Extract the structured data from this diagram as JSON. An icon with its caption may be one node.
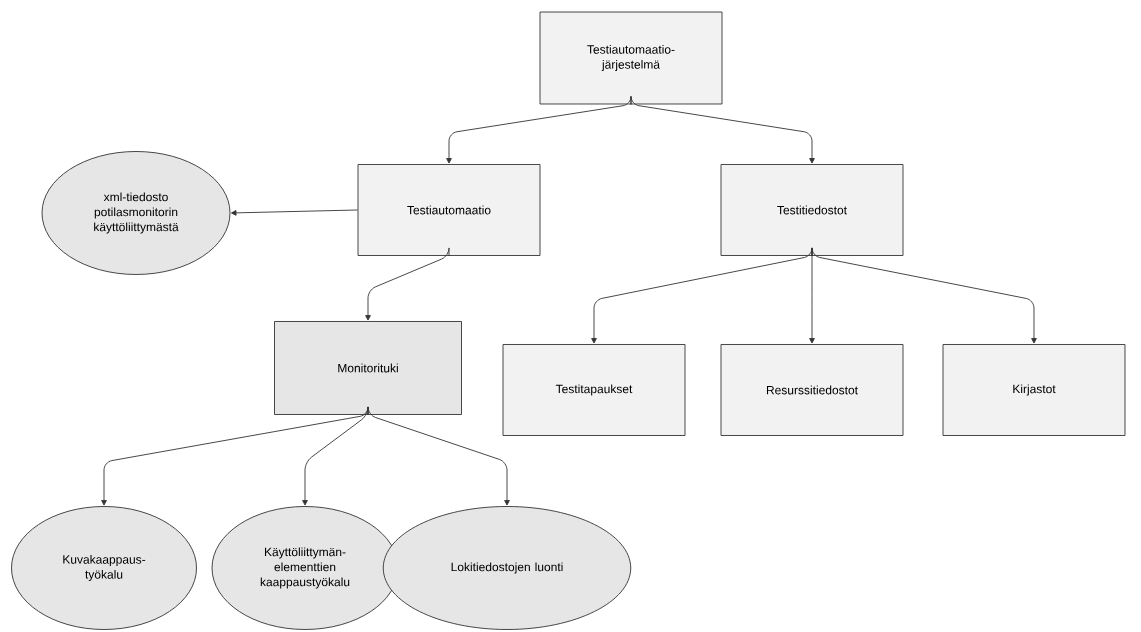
{
  "diagram": {
    "nodes": [
      {
        "text": [
          "Testiautomaatio-järjestelmä"
        ]
      },
      {
        "text": [
          "Testiautomaatio"
        ]
      },
      {
        "text": [
          "Testitiedostot"
        ]
      },
      {
        "text": [
          "xml-tiedosto potilasmonitorin käyttöliittymästä"
        ]
      },
      {
        "text": [
          "Monitorituki"
        ]
      },
      {
        "text": [
          "Testitapaukset"
        ]
      },
      {
        "text": [
          "Resurssitiedostot"
        ]
      },
      {
        "text": [
          "Kirjastot"
        ]
      },
      {
        "text": [
          "Kuvakaappaus-työkalu"
        ]
      },
      {
        "text": [
          "Käyttöliittymän-elementtien kaappaustyökalu"
        ]
      },
      {
        "text": [
          "Lokitiedostojen luonti"
        ]
      }
    ],
    "edges": [
      {
        "from": 0,
        "to": 1,
        "arrow": "to"
      },
      {
        "from": 0,
        "to": 2,
        "arrow": "to"
      },
      {
        "from": 1,
        "to": 3,
        "arrow": "to"
      },
      {
        "from": 1,
        "to": 4,
        "arrow": "to"
      },
      {
        "from": 2,
        "to": 5,
        "arrow": "to"
      },
      {
        "from": 2,
        "to": 6,
        "arrow": "to"
      },
      {
        "from": 2,
        "to": 7,
        "arrow": "to"
      },
      {
        "from": 4,
        "to": 8,
        "arrow": "to"
      },
      {
        "from": 4,
        "to": 9,
        "arrow": "to"
      },
      {
        "from": 4,
        "to": 10,
        "arrow": "to"
      }
    ]
  }
}
